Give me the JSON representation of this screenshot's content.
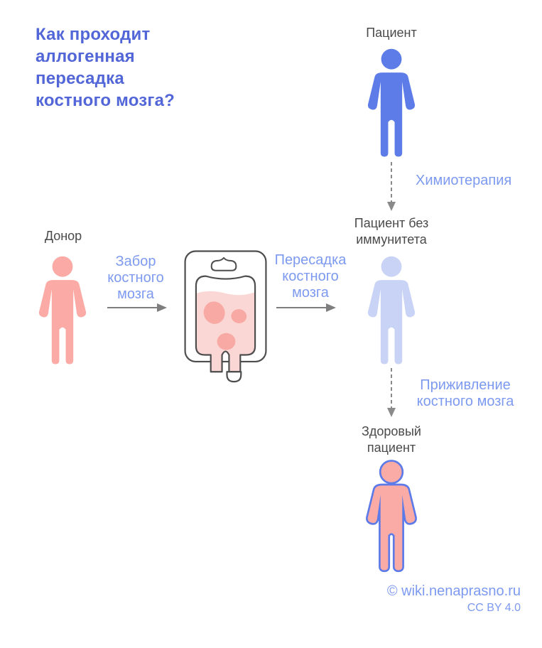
{
  "title": {
    "lines": [
      "Как проходит",
      "аллогенная",
      "пересадка",
      "костного мозга?"
    ]
  },
  "figures": {
    "patient": {
      "label": "Пациент",
      "icon": "person-icon",
      "color": "#5E7CE8"
    },
    "patient_no_immunity": {
      "label_line1": "Пациент без",
      "label_line2": "иммунитета",
      "icon": "person-icon",
      "color": "#C9D3F6"
    },
    "donor": {
      "label": "Донор",
      "icon": "person-icon",
      "color": "#FCAAA6"
    },
    "healthy_patient": {
      "label_line1": "Здоровый",
      "label_line2": "пациент",
      "icon": "person-icon",
      "fill": "#FBABA6",
      "outline": "#5D7AE9"
    }
  },
  "steps": {
    "chemotherapy": {
      "label": "Химиотерапия",
      "arrow": "dashed-arrow-down-icon"
    },
    "harvest": {
      "line1": "Забор",
      "line2": "костного",
      "line3": "мозга",
      "arrow": "arrow-right-icon"
    },
    "transplant": {
      "line1": "Пересадка",
      "line2": "костного",
      "line3": "мозга",
      "arrow": "arrow-right-icon"
    },
    "engraftment": {
      "line1": "Приживление",
      "line2": "костного мозга",
      "arrow": "dashed-arrow-down-icon"
    }
  },
  "bag": {
    "icon": "blood-bag-icon",
    "liquid_color": "#FAD7D4",
    "cell_color": "#F8A9A4"
  },
  "attribution": {
    "source": "© wiki.nenaprasno.ru",
    "license": "CC BY 4.0"
  },
  "colors": {
    "title-blue": "#5266d8",
    "figure-blue": "#5e7ce8",
    "figure-lavender": "#c9d3f6",
    "figure-pink": "#fcaaa6",
    "healthy-fill": "#fbaba6",
    "outline-blue": "#5d7ae9",
    "label-dark": "#4a4a4a",
    "step-blue": "#7d9af0",
    "arrow-gray": "#7e7e7e",
    "bag-stroke": "#4d4d4d",
    "liquid-pink": "#fad7d4",
    "blob-pink": "#f8a9a4"
  }
}
